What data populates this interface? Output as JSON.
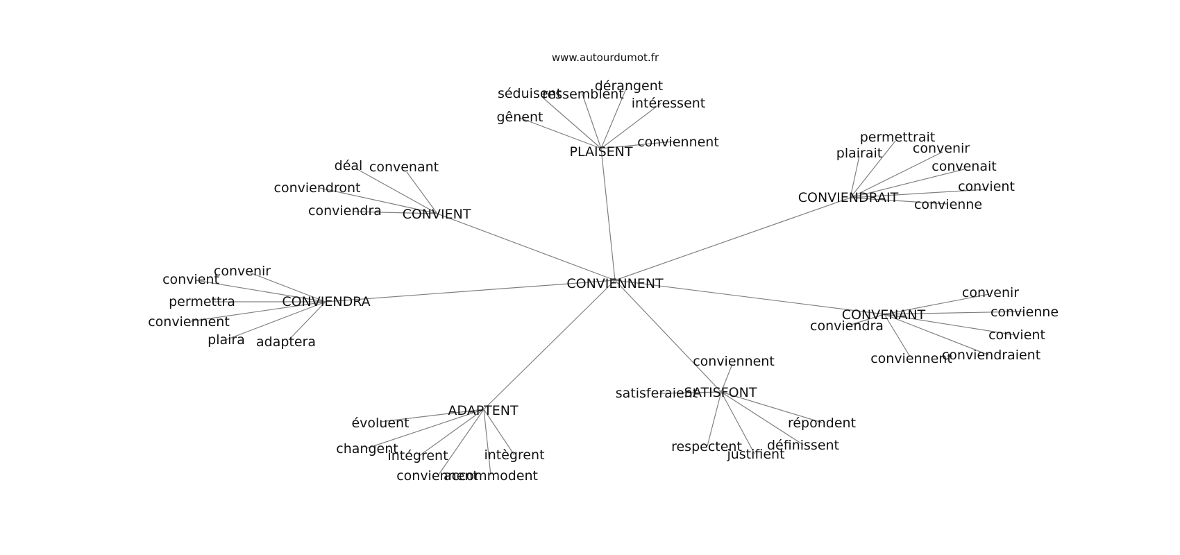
{
  "source": "www.autourdumot.fr",
  "colors": {
    "edge": "#808080",
    "text": "#111111",
    "background": "#ffffff"
  },
  "graph": {
    "center": "CONVIENNENT",
    "groups": [
      {
        "label": "PLAISENT",
        "words": [
          "séduisent",
          "ressemblent",
          "dérangent",
          "intéressent",
          "gênent",
          "conviennent"
        ]
      },
      {
        "label": "CONVIENT",
        "words": [
          "déal",
          "convenant",
          "conviendront",
          "conviendra"
        ]
      },
      {
        "label": "CONVIENDRAIT",
        "words": [
          "permettrait",
          "plairait",
          "convenir",
          "convenait",
          "convient",
          "convienne"
        ]
      },
      {
        "label": "CONVIENDRA",
        "words": [
          "convenir",
          "convient",
          "permettra",
          "conviennent",
          "plaira",
          "adaptera"
        ]
      },
      {
        "label": "CONVENANT",
        "words": [
          "convenir",
          "convienne",
          "conviendra",
          "convient",
          "conviennent",
          "conviendraient"
        ]
      },
      {
        "label": "SATISFONT",
        "words": [
          "conviennent",
          "satisferaient",
          "répondent",
          "définissent",
          "respectent",
          "justifient"
        ]
      },
      {
        "label": "ADAPTENT",
        "words": [
          "évoluent",
          "changent",
          "intégrent",
          "intègrent",
          "conviennent",
          "accommodent"
        ]
      }
    ]
  }
}
